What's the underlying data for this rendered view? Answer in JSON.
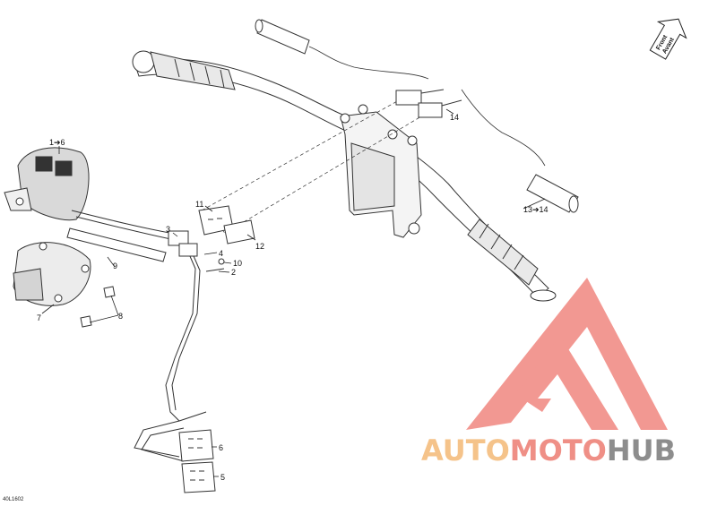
{
  "callouts": {
    "c1_6": "1➔6",
    "c11": "11",
    "c3": "3",
    "c4": "4",
    "c10": "10",
    "c2": "2",
    "c9": "9",
    "c12": "12",
    "c7": "7",
    "c8": "8",
    "c6": "6",
    "c5": "5",
    "c14": "14",
    "c13_14": "13➔14"
  },
  "front_arrow": {
    "line1": "Front",
    "line2": "Avant"
  },
  "drawing_ref": "40L1602",
  "watermark": {
    "part1": "AUTO",
    "part2": "MOTO",
    "part3": "HUB"
  },
  "colors": {
    "logo_red": "#f07f77",
    "logo_orange": "#f5c38a",
    "logo_gray": "#8d8d8d",
    "line": "#222222"
  }
}
